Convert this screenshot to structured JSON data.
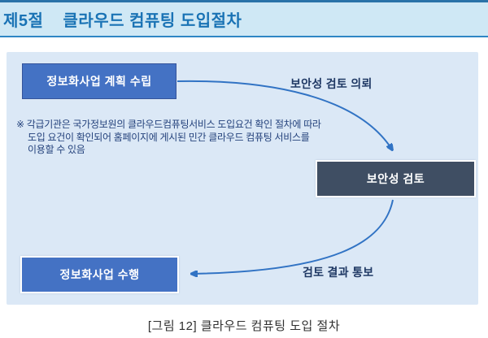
{
  "header": {
    "section_label": "제5절",
    "title": "클라우드 컴퓨팅 도입절차"
  },
  "diagram": {
    "boxes": [
      {
        "id": "plan",
        "label": "정보화사업 계획 수립"
      },
      {
        "id": "review",
        "label": "보안성 검토"
      },
      {
        "id": "execute",
        "label": "정보화사업 수행"
      }
    ],
    "arrow_labels": [
      {
        "id": "request",
        "label": "보안성 검토 의뢰"
      },
      {
        "id": "notify",
        "label": "검토 결과 통보"
      }
    ],
    "note_lines": [
      "※ 각급기관은 국가정보원의 클라우드컴퓨팅서비스 도입요건 확인 절차에 따라",
      "도입 요건이 확인되어 홈페이지에 게시된 민간 클라우드 컴퓨팅 서비스를",
      "이용할 수 있음"
    ]
  },
  "caption": "[그림 12] 클라우드 컴퓨팅 도입 절차",
  "colors": {
    "header-top-border": "#2a72a8",
    "header-bg": "#cfe8f5",
    "header-bottom-border": "#2e86c5",
    "header-text": "#1a73b5",
    "panel-bg": "#dbe8f6",
    "box-blue": "#4472c4",
    "box-blue-border": "#35549b",
    "box-dark": "#3f4e63",
    "box-border-white": "#ffffff",
    "arrow": "#3173c4",
    "label-text": "#1f3864",
    "note-text": "#24427c",
    "caption-text": "#303030"
  }
}
